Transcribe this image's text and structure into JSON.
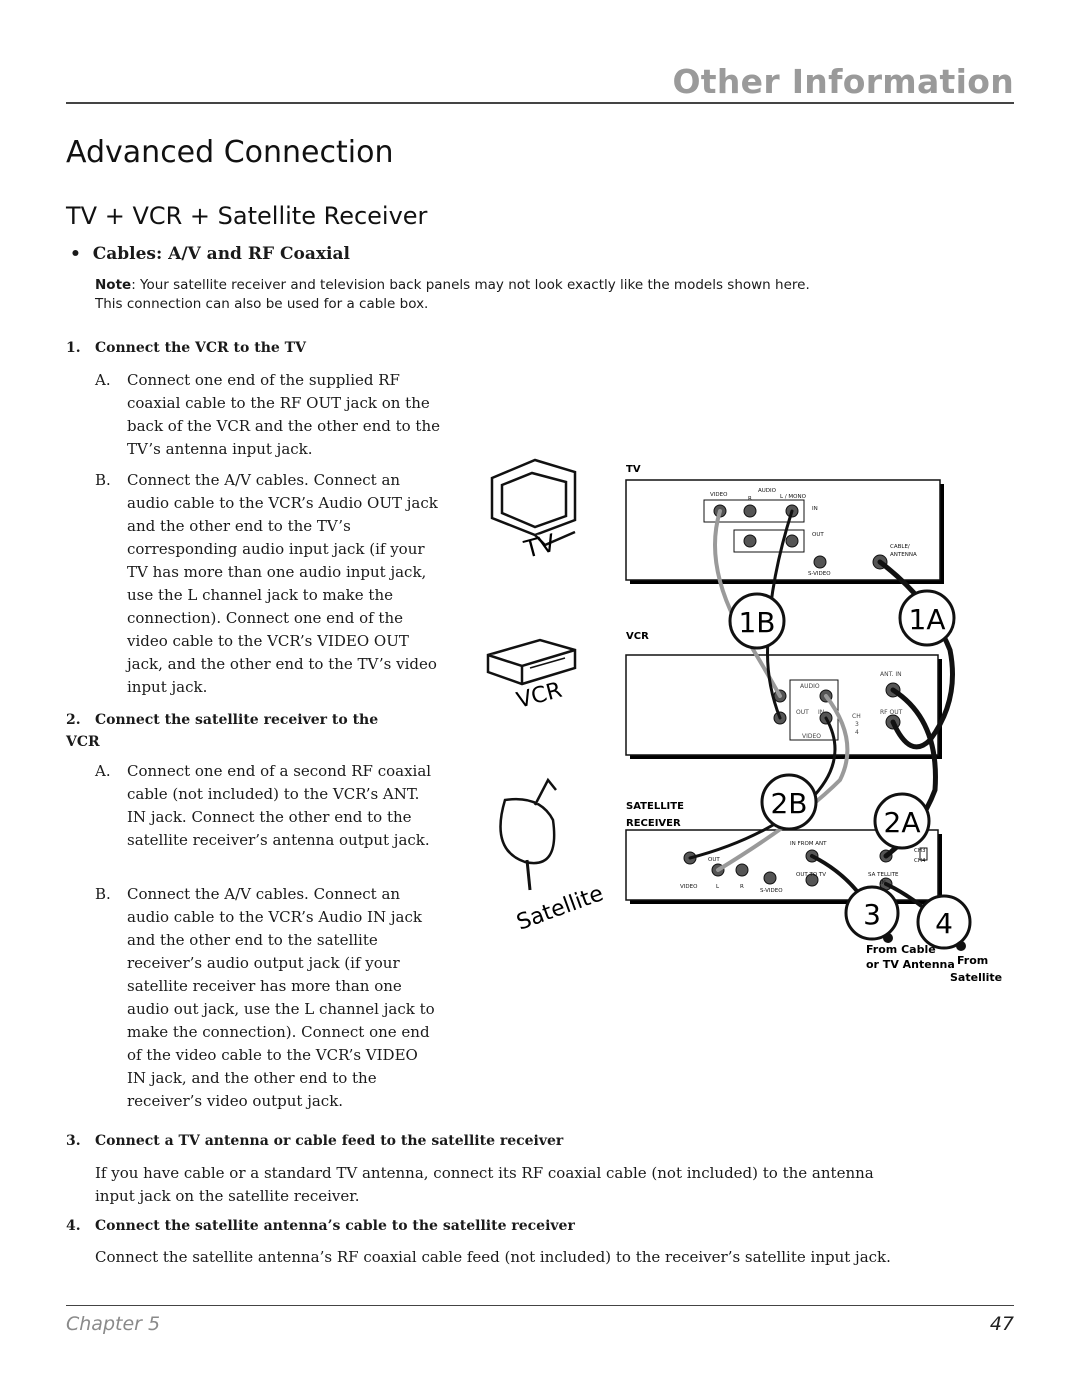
{
  "header": {
    "section_title": "Other Information"
  },
  "title": "Advanced Connection",
  "subtitle": "TV + VCR + Satellite Receiver",
  "bullet": "Cables: A/V and RF Coaxial",
  "note": {
    "label": "Note",
    "text": ": Your satellite receiver and television back panels may not look  exactly like the models shown here.  This connection can also be used for a cable box."
  },
  "steps": [
    {
      "num": "1.",
      "title": "Connect the VCR to the TV",
      "subs": [
        {
          "letter": "A.",
          "text": "Connect one end of the supplied RF coaxial cable to the RF OUT jack on the back of the VCR and the other end to the TV’s antenna input jack."
        },
        {
          "letter": "B.",
          "text": "Connect the A/V cables. Connect an audio cable to the VCR’s Audio OUT jack and the other end to the TV’s corresponding audio input jack (if your TV has more than one audio input jack, use the L channel jack to make the connection). Connect one end of the video cable to the VCR’s VIDEO OUT jack, and the other end to the TV’s video input jack."
        }
      ]
    },
    {
      "num": "2.",
      "title": "Connect the satellite receiver to the VCR",
      "subs": [
        {
          "letter": "A.",
          "text": "Connect one end of a second RF coaxial cable (not included) to the VCR’s ANT. IN jack. Connect the other end to the satellite receiver’s antenna output jack."
        },
        {
          "letter": "B.",
          "text": "Connect the A/V cables. Connect an audio cable to the VCR’s Audio IN jack and the other end to the satellite receiver’s audio output jack (if your satellite receiver has more than one audio out jack, use the L channel jack to make the connection). Connect one end of the video cable to the VCR’s VIDEO IN jack, and the other end to the receiver’s video output jack."
        }
      ]
    },
    {
      "num": "3.",
      "title": "Connect a TV antenna or cable feed to the satellite receiver",
      "text": "If you have cable or a standard TV antenna, connect its RF coaxial cable (not included) to the antenna input jack on the satellite receiver."
    },
    {
      "num": "4.",
      "title": "Connect the satellite antenna’s cable to the satellite receiver",
      "text": "Connect the satellite antenna’s RF coaxial cable feed (not included) to the receiver’s satellite input jack."
    }
  ],
  "diagram": {
    "device_labels": {
      "tv": "TV",
      "vcr": "VCR",
      "satellite": "Satellite"
    },
    "panel_labels": {
      "tv": "TV",
      "vcr": "VCR",
      "satellite_line1": "SATELLITE",
      "satellite_line2": "RECEIVER"
    },
    "callouts": {
      "c1a": "1A",
      "c1b": "1B",
      "c2a": "2A",
      "c2b": "2B",
      "c3": "3",
      "c4": "4"
    },
    "tv_jacks": {
      "video": "VIDEO",
      "audio": "AUDIO",
      "r": "R",
      "lmono": "L / MONO",
      "in": "IN",
      "out": "OUT",
      "svideo": "S-VIDEO",
      "cable1": "CABLE/",
      "cable2": "ANTENNA"
    },
    "vcr_jacks": {
      "audio": "AUDIO",
      "out": "OUT",
      "in": "IN",
      "video": "VIDEO",
      "antin": "ANT. IN",
      "rfout": "RF OUT",
      "ch": "CH",
      "c3": "3",
      "c4": "4"
    },
    "sat_jacks": {
      "infromant": "IN FROM ANT",
      "out": "OUT",
      "outtotv": "OUT TO TV",
      "video": "VIDEO",
      "l": "L",
      "r": "R",
      "svideo": "S-VIDEO",
      "ch3": "CH3",
      "ch4": "CH4",
      "satellite": "SA TELLITE",
      "in": "IN"
    },
    "sources": {
      "cable1": "From Cable",
      "cable2": "or TV Antenna",
      "sat1": "From",
      "sat2": "Satellite"
    }
  },
  "footer": {
    "chapter": "Chapter 5",
    "page": "47"
  }
}
